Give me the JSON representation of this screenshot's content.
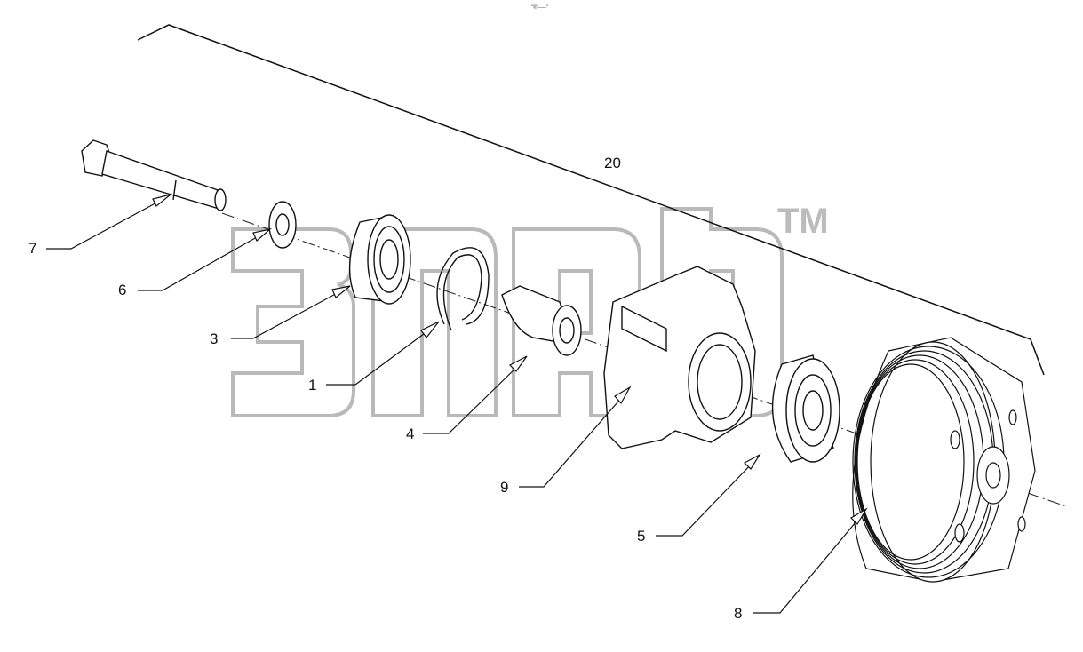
{
  "diagram": {
    "header_mark": "\"® ──\"",
    "assembly_label": "20",
    "watermark": {
      "text": "зпдб",
      "tm": "TM"
    },
    "callouts": [
      {
        "id": "7",
        "label": "7",
        "part": "bolt"
      },
      {
        "id": "6",
        "label": "6",
        "part": "washer"
      },
      {
        "id": "3",
        "label": "3",
        "part": "bearing-small"
      },
      {
        "id": "1",
        "label": "1",
        "part": "snap-ring"
      },
      {
        "id": "4",
        "label": "4",
        "part": "spacer-bushing"
      },
      {
        "id": "9",
        "label": "9",
        "part": "housing-bracket"
      },
      {
        "id": "5",
        "label": "5",
        "part": "bearing-large"
      },
      {
        "id": "8",
        "label": "8",
        "part": "pulley"
      }
    ]
  }
}
